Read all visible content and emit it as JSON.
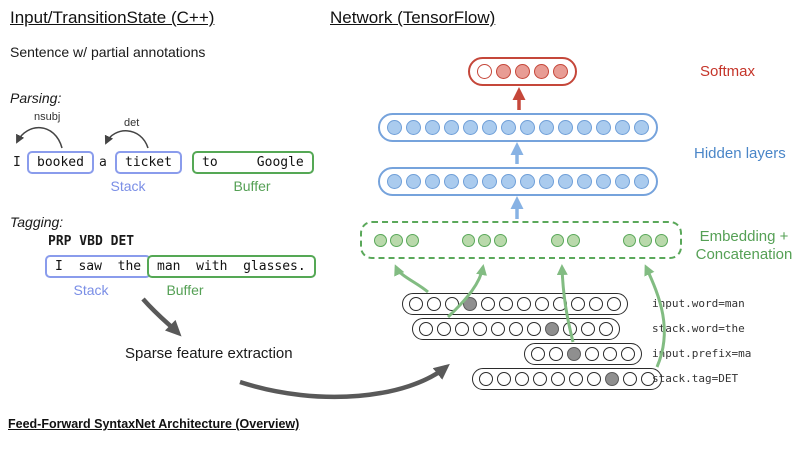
{
  "left": {
    "title": "Input/TransitionState (C++)",
    "subtitle": "Sentence w/ partial annotations",
    "parsing": {
      "heading": "Parsing:",
      "arc_nsubj": "nsubj",
      "arc_det": "det",
      "word_i": "I",
      "word_booked": "booked",
      "word_a": "a",
      "word_ticket": "ticket",
      "buffer_words": "to     Google",
      "stack_label": "Stack",
      "buffer_label": "Buffer"
    },
    "tagging": {
      "heading": "Tagging:",
      "pos_tags": "PRP VBD DET",
      "stack_words": "I  saw  the",
      "buffer_words": "man  with  glasses.",
      "stack_label": "Stack",
      "buffer_label": "Buffer"
    },
    "sparse_label": "Sparse feature extraction"
  },
  "network": {
    "title": "Network (TensorFlow)",
    "labels": {
      "softmax": "Softmax",
      "hidden": "Hidden layers",
      "embedding_line1": "Embedding +",
      "embedding_line2": "Concatenation"
    },
    "softmax": {
      "count": 5,
      "filled": [
        1,
        2,
        3,
        4
      ]
    },
    "hidden1_count": 14,
    "hidden2_count": 14,
    "embedding_groups": [
      3,
      3,
      2,
      3
    ],
    "features": [
      {
        "label": "input.word=man",
        "count": 12,
        "gray": [
          3
        ]
      },
      {
        "label": "stack.word=the",
        "count": 11,
        "gray": [
          7
        ]
      },
      {
        "label": "input.prefix=ma",
        "count": 6,
        "gray": [
          2
        ]
      },
      {
        "label": "stack.tag=DET",
        "count": 10,
        "gray": [
          7
        ]
      }
    ]
  },
  "footer": "Feed-Forward SyntaxNet Architecture (Overview)",
  "colors": {
    "stack_blue": "#7a8ee6",
    "buffer_green": "#55a055",
    "softmax_red": "#c5473a",
    "hidden_blue": "#6f9fd8",
    "arrow_gray": "#595959"
  }
}
